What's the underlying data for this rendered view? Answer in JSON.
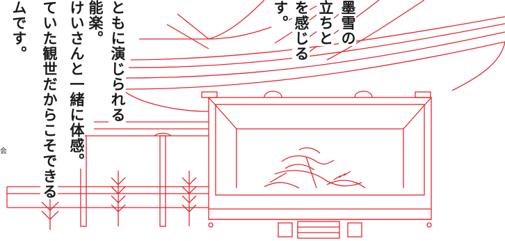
{
  "text_columns": [
    {
      "id": "c1",
      "text": "ムです。"
    },
    {
      "id": "c2",
      "text": "ていた観世だからこそできる"
    },
    {
      "id": "c3",
      "text": "けいさんと一緒に体感。"
    },
    {
      "id": "c4",
      "text": "能楽。"
    },
    {
      "id": "c5",
      "text": "ともに演じられる"
    },
    {
      "id": "c6",
      "text": "す。"
    },
    {
      "id": "c7",
      "text": "を感じる"
    },
    {
      "id": "c8",
      "text": "立ちと"
    },
    {
      "id": "c9",
      "text": "墨雪の"
    }
  ],
  "small_label": "会",
  "colors": {
    "line": "#e3262f",
    "text": "#1a1a1a",
    "background": "#ffffff"
  }
}
